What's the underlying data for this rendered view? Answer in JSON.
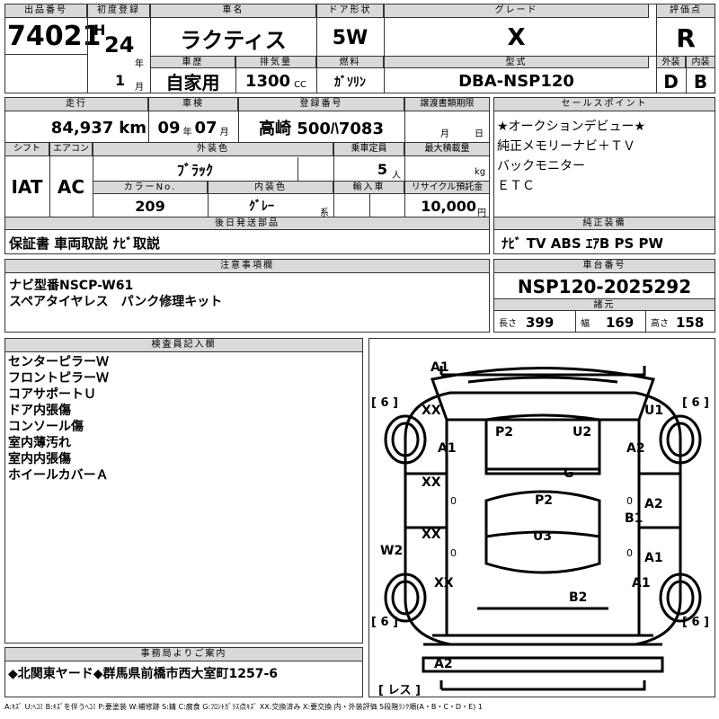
{
  "headers": {
    "lot_no": "出品番号",
    "first_reg": "初度登録",
    "car_name": "車名",
    "door": "ドア形状",
    "grade": "グレード",
    "score": "評価点",
    "history": "車歴",
    "displacement": "排気量",
    "fuel": "燃料",
    "model": "型式",
    "exterior": "外装",
    "interior": "内装",
    "mileage": "走行",
    "inspection": "車検",
    "reg_no": "登録番号",
    "transfer": "譲渡書類期限",
    "sales_point": "セールスポイント",
    "shift": "シフト",
    "aircon": "エアコン",
    "ext_color": "外装色",
    "capacity": "乗車定員",
    "max_load": "最大積載量",
    "color_no": "カラーNo.",
    "int_color": "内装色",
    "import": "輸入車",
    "recycle": "リサイクル預託金",
    "later_parts": "後日発送部品",
    "genuine_equip": "純正装備",
    "notes": "注意事項欄",
    "chassis": "車台番号",
    "specs": "諸元",
    "inspector": "検査員記入欄",
    "office": "事務局よりご案内"
  },
  "values": {
    "lot_no": "74021",
    "era": "H",
    "year": "24",
    "year_unit": "年",
    "month": "1",
    "month_unit": "月",
    "car_name": "ラクティス",
    "door": "5W",
    "grade": "X",
    "score": "R",
    "history": "自家用",
    "displacement": "1300",
    "cc": "CC",
    "fuel": "ｶﾞｿﾘﾝ",
    "model": "DBA-NSP120",
    "exterior": "D",
    "interior": "B",
    "mileage": "84,937",
    "km": "km",
    "insp_y": "09",
    "insp_y_unit": "年",
    "insp_m": "07",
    "insp_m_unit": "月",
    "reg_no": "高崎 500ﾊ7083",
    "transfer_m": "月",
    "transfer_d": "日",
    "shift": "IAT",
    "aircon": "AC",
    "ext_color": "ﾌﾞﾗｯｸ",
    "capacity": "5",
    "capacity_unit": "人",
    "load_unit": "kg",
    "color_no": "209",
    "int_color": "ｸﾞﾚｰ",
    "int_unit": "系",
    "recycle": "10,000",
    "recycle_unit": "円",
    "later_parts": "保証書 車両取説 ﾅﾋﾞ取説",
    "genuine_equip": "ﾅﾋﾞ TV ABS ｴｱB PS PW",
    "chassis": "NSP120-2025292",
    "len_lbl": "長さ",
    "len": "399",
    "wid_lbl": "幅",
    "wid": "169",
    "hgt_lbl": "高さ",
    "hgt": "158"
  },
  "sales_points": [
    "★オークションデビュー★",
    "純正メモリーナビ＋ＴＶ",
    "バックモニター",
    "ＥＴＣ"
  ],
  "notes": [
    "ナビ型番NSCP-W61",
    "スペアタイヤレス　パンク修理キット"
  ],
  "inspector_notes": [
    "センターピラーＷ",
    "フロントピラーＷ",
    "コアサポートＵ",
    "ドア内張傷",
    "コンソール傷",
    "室内薄汚れ",
    "室内内張傷",
    "ホイールカバーＡ"
  ],
  "office": "◆北関東ヤード◆群馬県前橋市西大室町1257-6",
  "diagram": {
    "tire_lf": "[ 6 ]",
    "tire_rf": "[ 6 ]",
    "tire_lr": "[ 6 ]",
    "tire_rr": "[ 6 ]",
    "spare": "[ レス ]",
    "marks": [
      "A1",
      "XX",
      "U1",
      "A1",
      "P2",
      "U2",
      "A2",
      "G",
      "XX",
      "P2",
      "A2",
      "B1",
      "XX",
      "U3",
      "W2",
      "A1",
      "XX",
      "A1",
      "B2",
      "A2"
    ],
    "zeros": [
      "0",
      "0",
      "0",
      "0"
    ]
  },
  "legend": "A:ｷｽﾞ U:ﾍｺﾐ B:ｷｽﾞを伴うﾍｺﾐ P:要塗装 W:補修跡 S:錆 C:腐食 G:ﾌﾛﾝﾄｶﾞﾗｽ点ｷｽﾞ XX:交換済み X:要交換 内・外装評価 5段階ﾗﾝｸ順(A・B・C・D・E) 1"
}
